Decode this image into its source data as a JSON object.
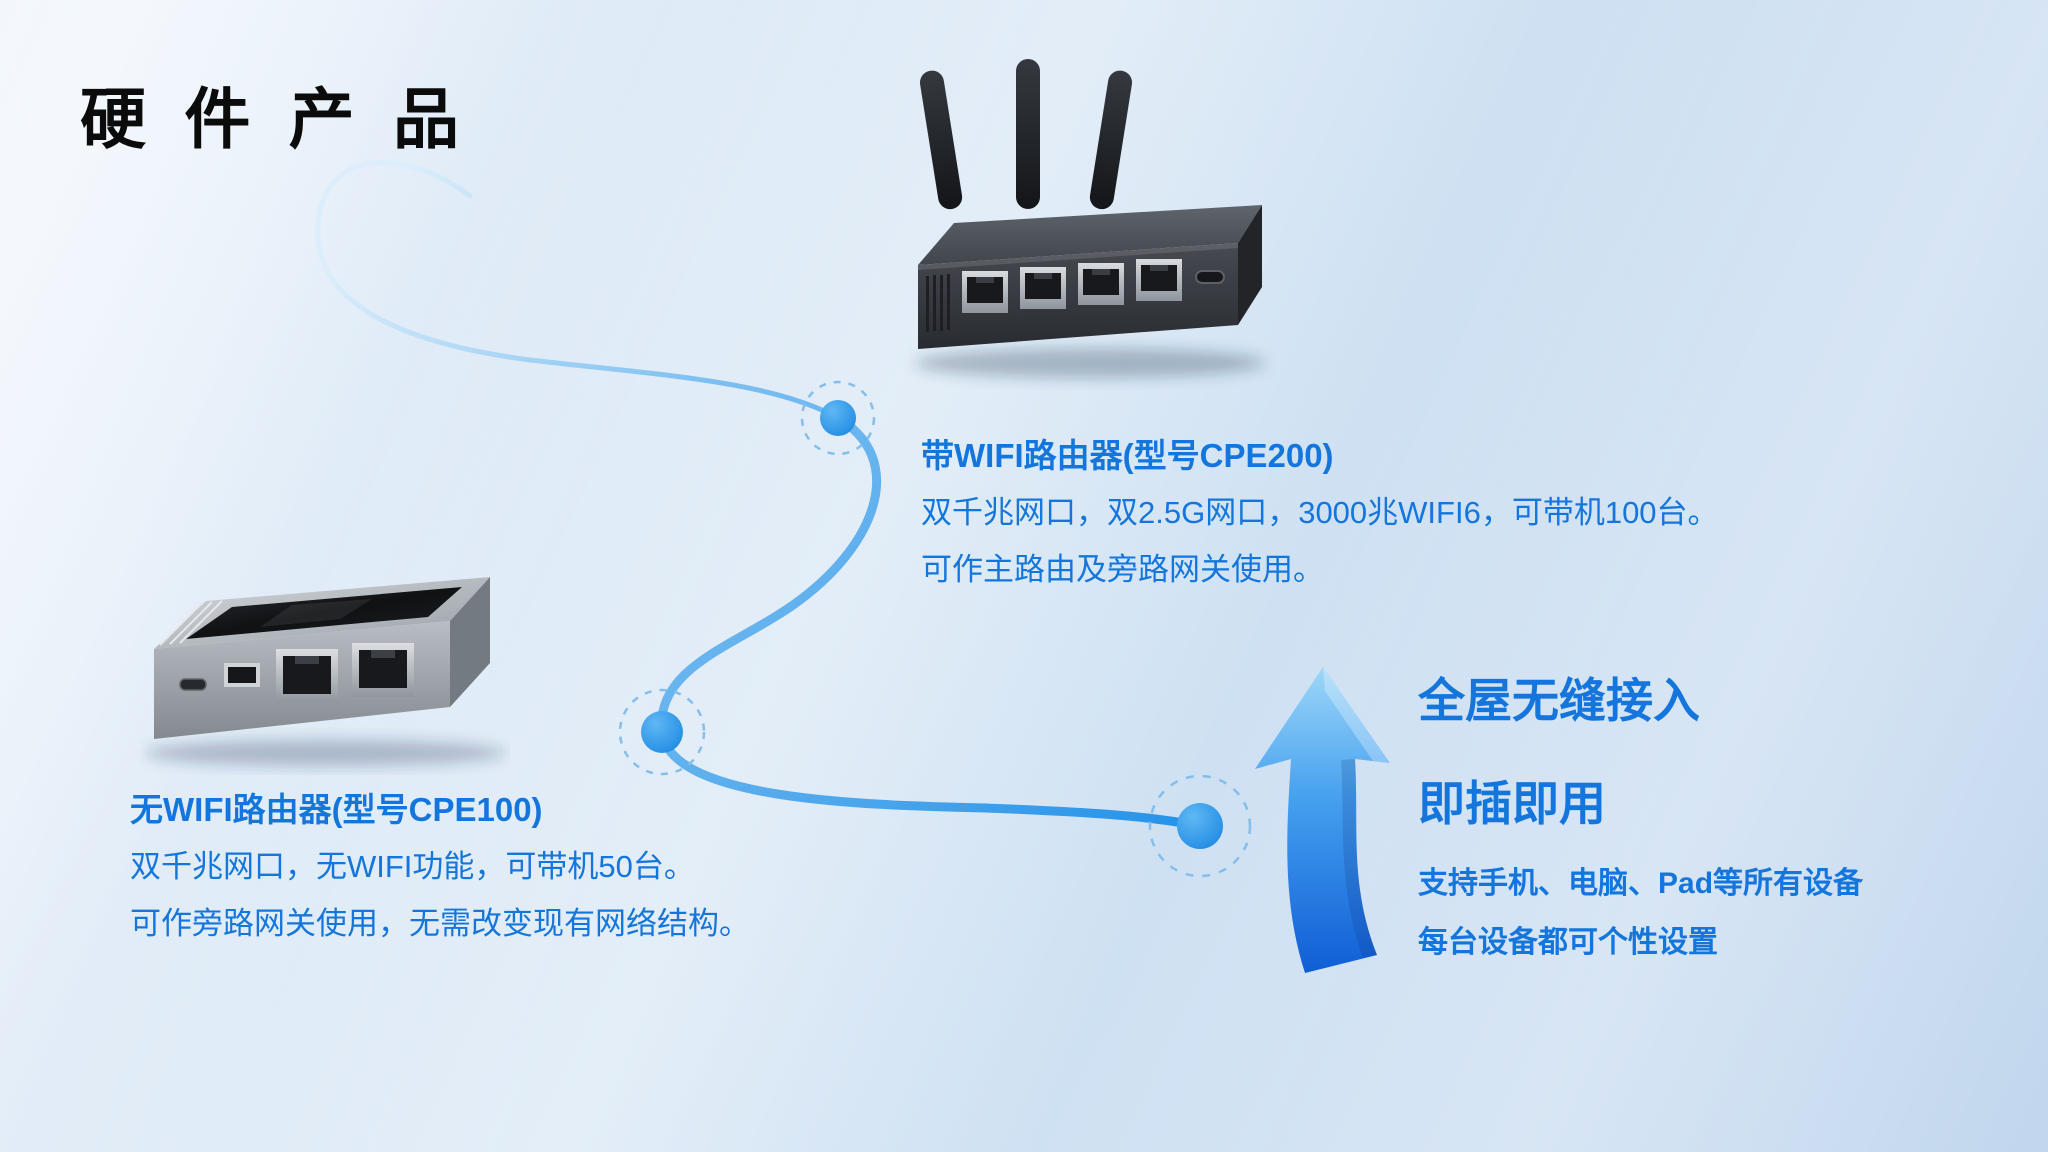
{
  "page": {
    "title": "硬 件 产 品"
  },
  "products": {
    "cpe200": {
      "name": "带WIFI路由器(型号CPE200)",
      "specs": [
        "双千兆网口，双2.5G网口，3000兆WIFI6，可带机100台。",
        "可作主路由及旁路网关使用。"
      ]
    },
    "cpe100": {
      "name": "无WIFI路由器(型号CPE100)",
      "specs": [
        "双千兆网口，无WIFI功能，可带机50台。",
        "可作旁路网关使用，无需改变现有网络结构。"
      ]
    }
  },
  "features": {
    "headline_1": "全屋无缝接入",
    "headline_2": "即插即用",
    "detail_1": "支持手机、电脑、Pad等所有设备",
    "detail_2": "每台设备都可个性设置"
  },
  "colors": {
    "text_blue": "#1476dd",
    "curve_blue": "#2492e8",
    "node_blue": "#1583e0",
    "arrow_blue_top": "#9ed7f8",
    "arrow_blue_bottom": "#0f5ed6",
    "title_black": "#0b0b0c"
  }
}
